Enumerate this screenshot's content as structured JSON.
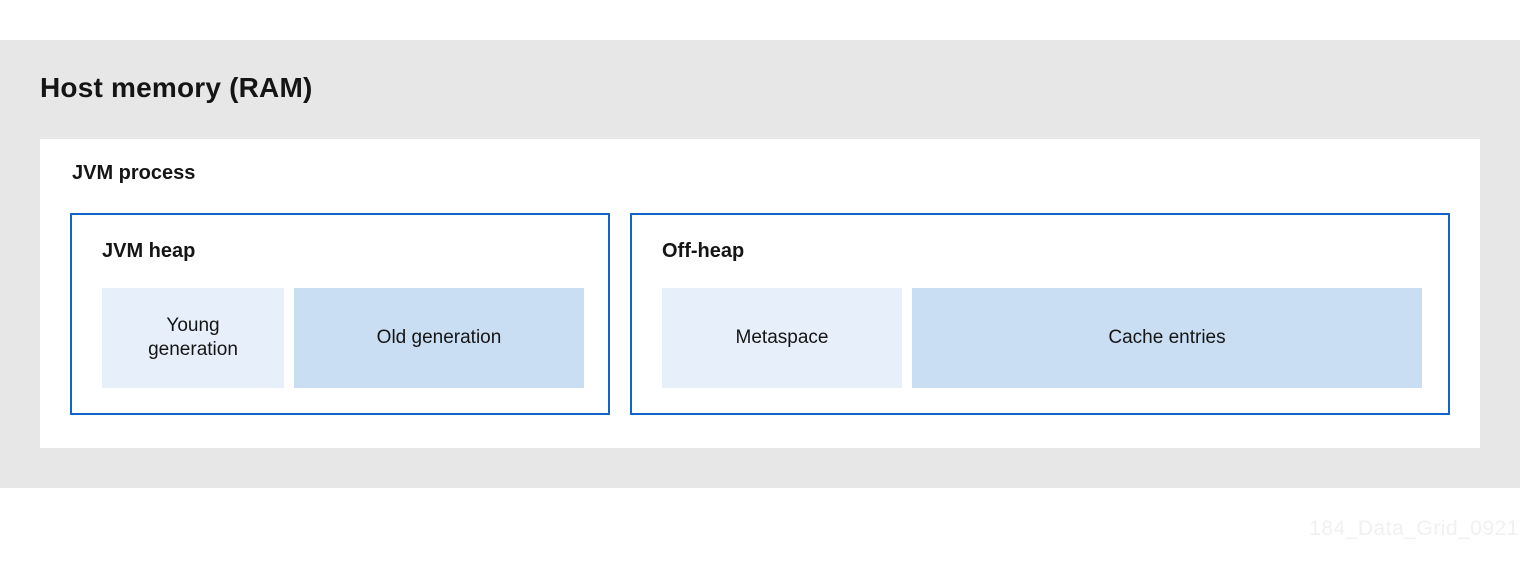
{
  "page": {
    "watermark": "184_Data_Grid_0921"
  },
  "diagram": {
    "host": {
      "title": "Host memory (RAM)"
    },
    "jvm_process": {
      "title": "JVM process"
    },
    "jvm_heap": {
      "title": "JVM heap",
      "cells": [
        {
          "label": "Young generation"
        },
        {
          "label": "Old generation"
        }
      ]
    },
    "off_heap": {
      "title": "Off-heap",
      "cells": [
        {
          "label": "Metaspace"
        },
        {
          "label": "Cache entries"
        }
      ]
    },
    "colors": {
      "host_background": "#e7e7e7",
      "box_border_blue": "#0e65cc",
      "cell_light_blue": "#e7effa",
      "cell_medium_blue": "#cadef3",
      "text": "#151515",
      "watermark_gray": "#f1f1f2"
    }
  }
}
